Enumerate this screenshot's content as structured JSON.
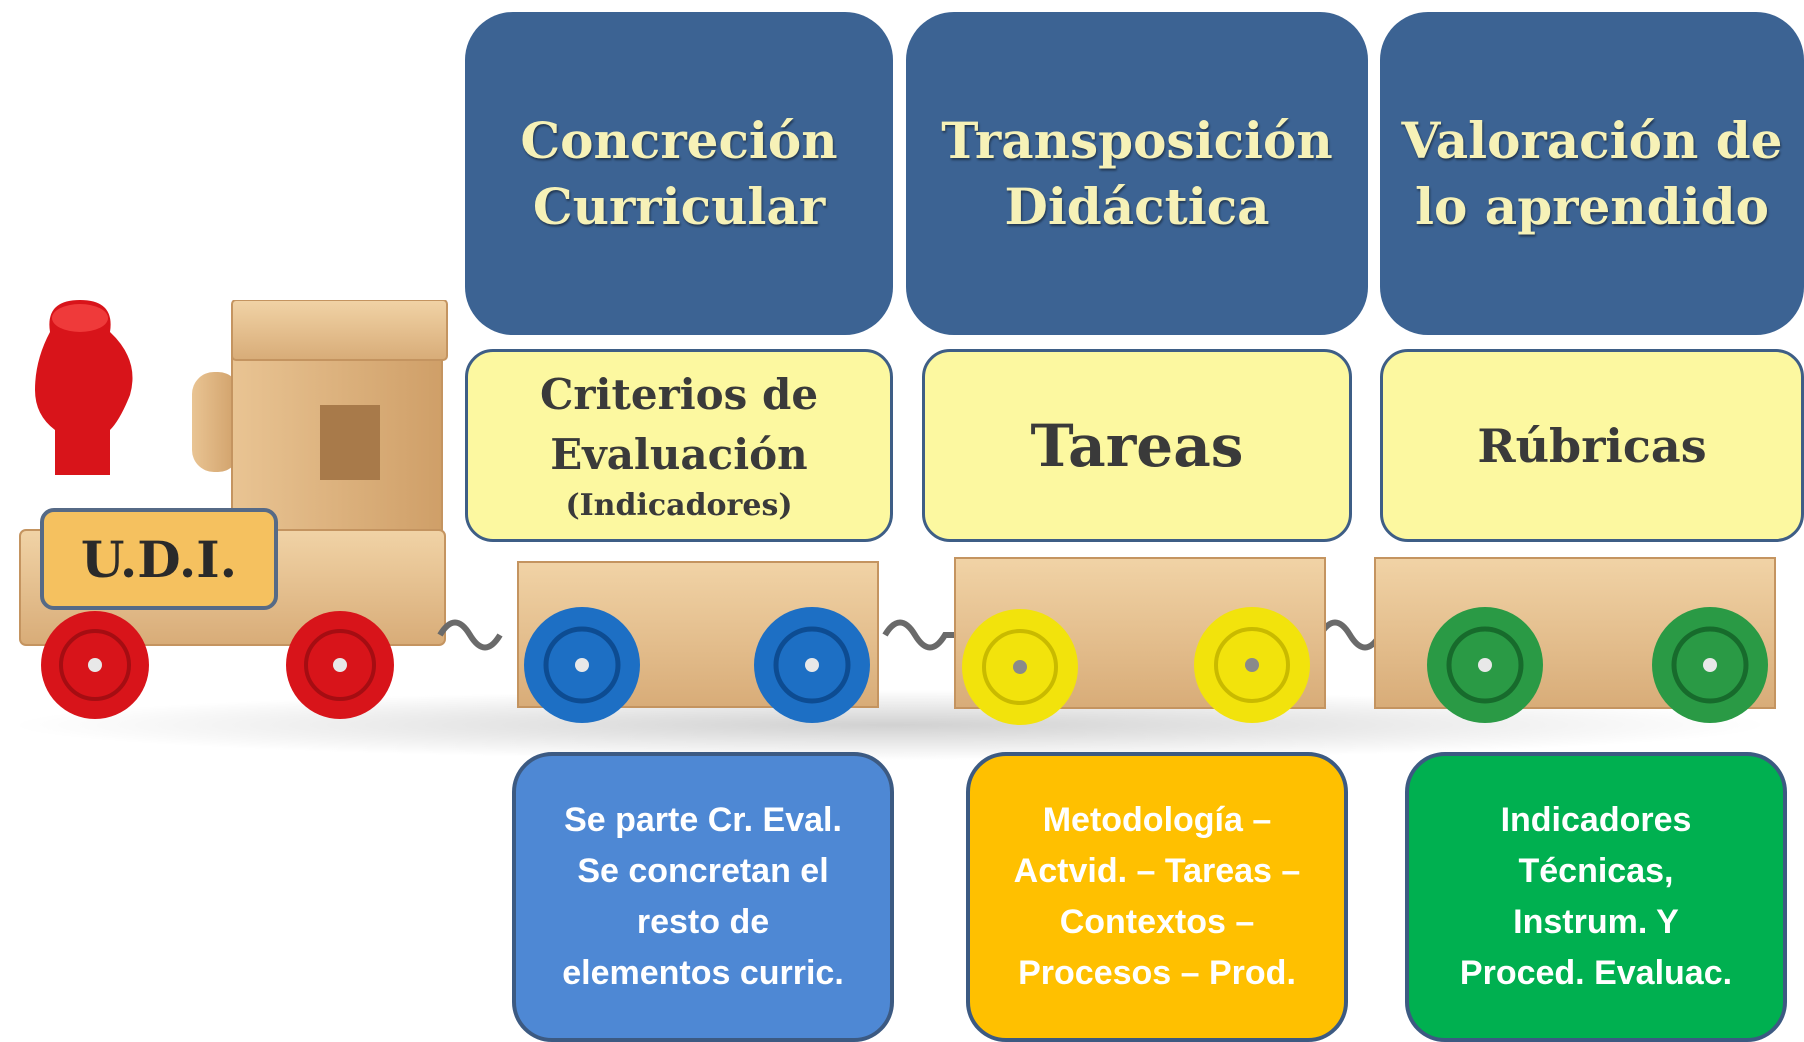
{
  "stages": [
    {
      "lines": [
        "Concreción",
        "Curricular"
      ]
    },
    {
      "lines": [
        "Transposición",
        "Didáctica"
      ]
    },
    {
      "lines": [
        "Valoración de",
        "lo aprendido"
      ]
    }
  ],
  "elements": [
    {
      "lines": [
        "Criterios de",
        "Evaluación"
      ],
      "note": "(Indicadores)"
    },
    {
      "label": "Tareas"
    },
    {
      "label": "Rúbricas"
    }
  ],
  "train": {
    "label": "U.D.I.",
    "wheel_colors": [
      "#d8141a",
      "#1d6fc4",
      "#f2e30c",
      "#2a9a45"
    ]
  },
  "descriptions": [
    {
      "lines": [
        "Se parte Cr. Eval.",
        "Se concretan el",
        "resto de",
        "elementos curric."
      ],
      "color": "#4e88d4"
    },
    {
      "lines": [
        "Metodología –",
        "Actvid. – Tareas –",
        "Contextos –",
        "Procesos – Prod."
      ],
      "color": "#ffc000"
    },
    {
      "lines": [
        "Indicadores",
        "Técnicas,",
        "Instrum. Y",
        "Proced. Evaluac."
      ],
      "color": "#00b050"
    }
  ]
}
